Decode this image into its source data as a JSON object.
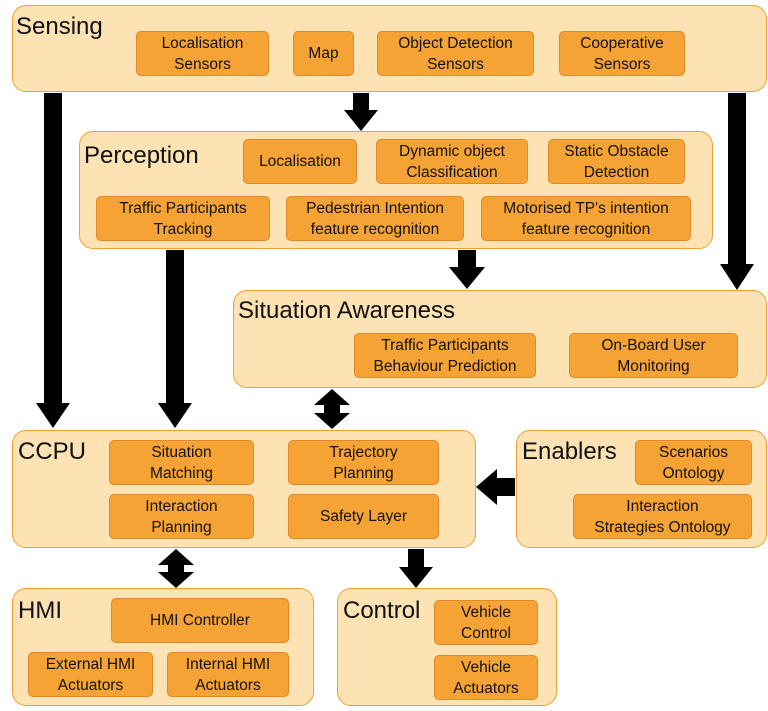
{
  "colors": {
    "panel": "#fde3b4",
    "panel_border": "#f0a030",
    "box": "#f6a335",
    "arrow": "#000000"
  },
  "sensing": {
    "title": "Sensing",
    "localisation_sensors": [
      "Localisation",
      "Sensors"
    ],
    "map": [
      "Map"
    ],
    "object_detection_sensors": [
      "Object Detection",
      "Sensors"
    ],
    "cooperative_sensors": [
      "Cooperative",
      "Sensors"
    ]
  },
  "perception": {
    "title": "Perception",
    "localisation": [
      "Localisation"
    ],
    "dynamic_object_classification": [
      "Dynamic object",
      "Classification"
    ],
    "static_obstacle_detection": [
      "Static Obstacle",
      "Detection"
    ],
    "traffic_participants_tracking": [
      "Traffic Participants",
      "Tracking"
    ],
    "pedestrian_intention": [
      "Pedestrian Intention",
      "feature recognition"
    ],
    "motorised_tp_intention": [
      "Motorised TP's intention",
      "feature recognition"
    ]
  },
  "situation_awareness": {
    "title": "Situation Awareness",
    "behaviour_prediction": [
      "Traffic Participants",
      "Behaviour Prediction"
    ],
    "user_monitoring": [
      "On-Board User",
      "Monitoring"
    ]
  },
  "ccpu": {
    "title": "CCPU",
    "situation_matching": [
      "Situation",
      "Matching"
    ],
    "trajectory_planning": [
      "Trajectory",
      "Planning"
    ],
    "interaction_planning": [
      "Interaction",
      "Planning"
    ],
    "safety_layer": [
      "Safety Layer"
    ]
  },
  "enablers": {
    "title": "Enablers",
    "scenarios_ontology": [
      "Scenarios",
      "Ontology"
    ],
    "interaction_strategies_ontology": [
      "Interaction",
      "Strategies Ontology"
    ]
  },
  "hmi": {
    "title": "HMI",
    "hmi_controller": [
      "HMI Controller"
    ],
    "external_hmi_actuators": [
      "External HMI",
      "Actuators"
    ],
    "internal_hmi_actuators": [
      "Internal HMI",
      "Actuators"
    ]
  },
  "control": {
    "title": "Control",
    "vehicle_control": [
      "Vehicle",
      "Control"
    ],
    "vehicle_actuators": [
      "Vehicle",
      "Actuators"
    ]
  }
}
